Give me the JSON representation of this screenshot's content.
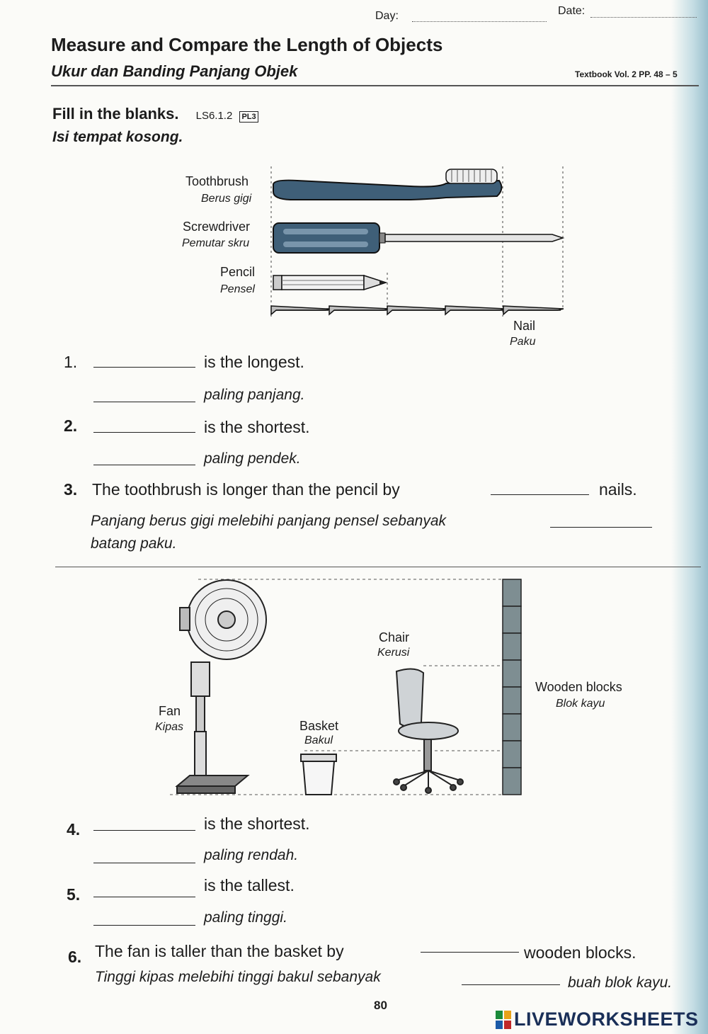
{
  "header": {
    "day_label": "Day:",
    "date_label": "Date:",
    "title_en": "Measure and Compare the Length of Objects",
    "title_ms": "Ukur dan Banding Panjang Objek",
    "textbook_ref": "Textbook Vol. 2 PP. 48 – 5"
  },
  "instructions": {
    "en": "Fill in the blanks.",
    "code": "LS6.1.2",
    "level": "PL3",
    "ms": "Isi tempat kosong."
  },
  "figure1": {
    "toothbrush_en": "Toothbrush",
    "toothbrush_ms": "Berus gigi",
    "screwdriver_en": "Screwdriver",
    "screwdriver_ms": "Pemutar skru",
    "pencil_en": "Pencil",
    "pencil_ms": "Pensel",
    "nail_en": "Nail",
    "nail_ms": "Paku"
  },
  "questions": {
    "q1": {
      "num": "1.",
      "en": "is the longest.",
      "ms": "paling panjang."
    },
    "q2": {
      "num": "2.",
      "en": "is the shortest.",
      "ms": "paling pendek."
    },
    "q3": {
      "num": "3.",
      "en_before": "The toothbrush is longer than the pencil by",
      "en_after": "nails.",
      "ms_before": "Panjang berus gigi melebihi panjang pensel sebanyak",
      "ms_after": "batang paku."
    },
    "q4": {
      "num": "4.",
      "en": "is the shortest.",
      "ms": "paling rendah."
    },
    "q5": {
      "num": "5.",
      "en": "is the tallest.",
      "ms": "paling tinggi."
    },
    "q6": {
      "num": "6.",
      "en_before": "The fan is taller than the basket by",
      "en_after": "wooden blocks.",
      "ms_before": "Tinggi kipas melebihi tinggi bakul sebanyak",
      "ms_after": "buah blok kayu."
    }
  },
  "figure2": {
    "fan_en": "Fan",
    "fan_ms": "Kipas",
    "basket_en": "Basket",
    "basket_ms": "Bakul",
    "chair_en": "Chair",
    "chair_ms": "Kerusi",
    "blocks_en": "Wooden blocks",
    "blocks_ms": "Blok kayu"
  },
  "footer": {
    "page_number": "80",
    "brand": "LIVEWORKSHEETS"
  }
}
